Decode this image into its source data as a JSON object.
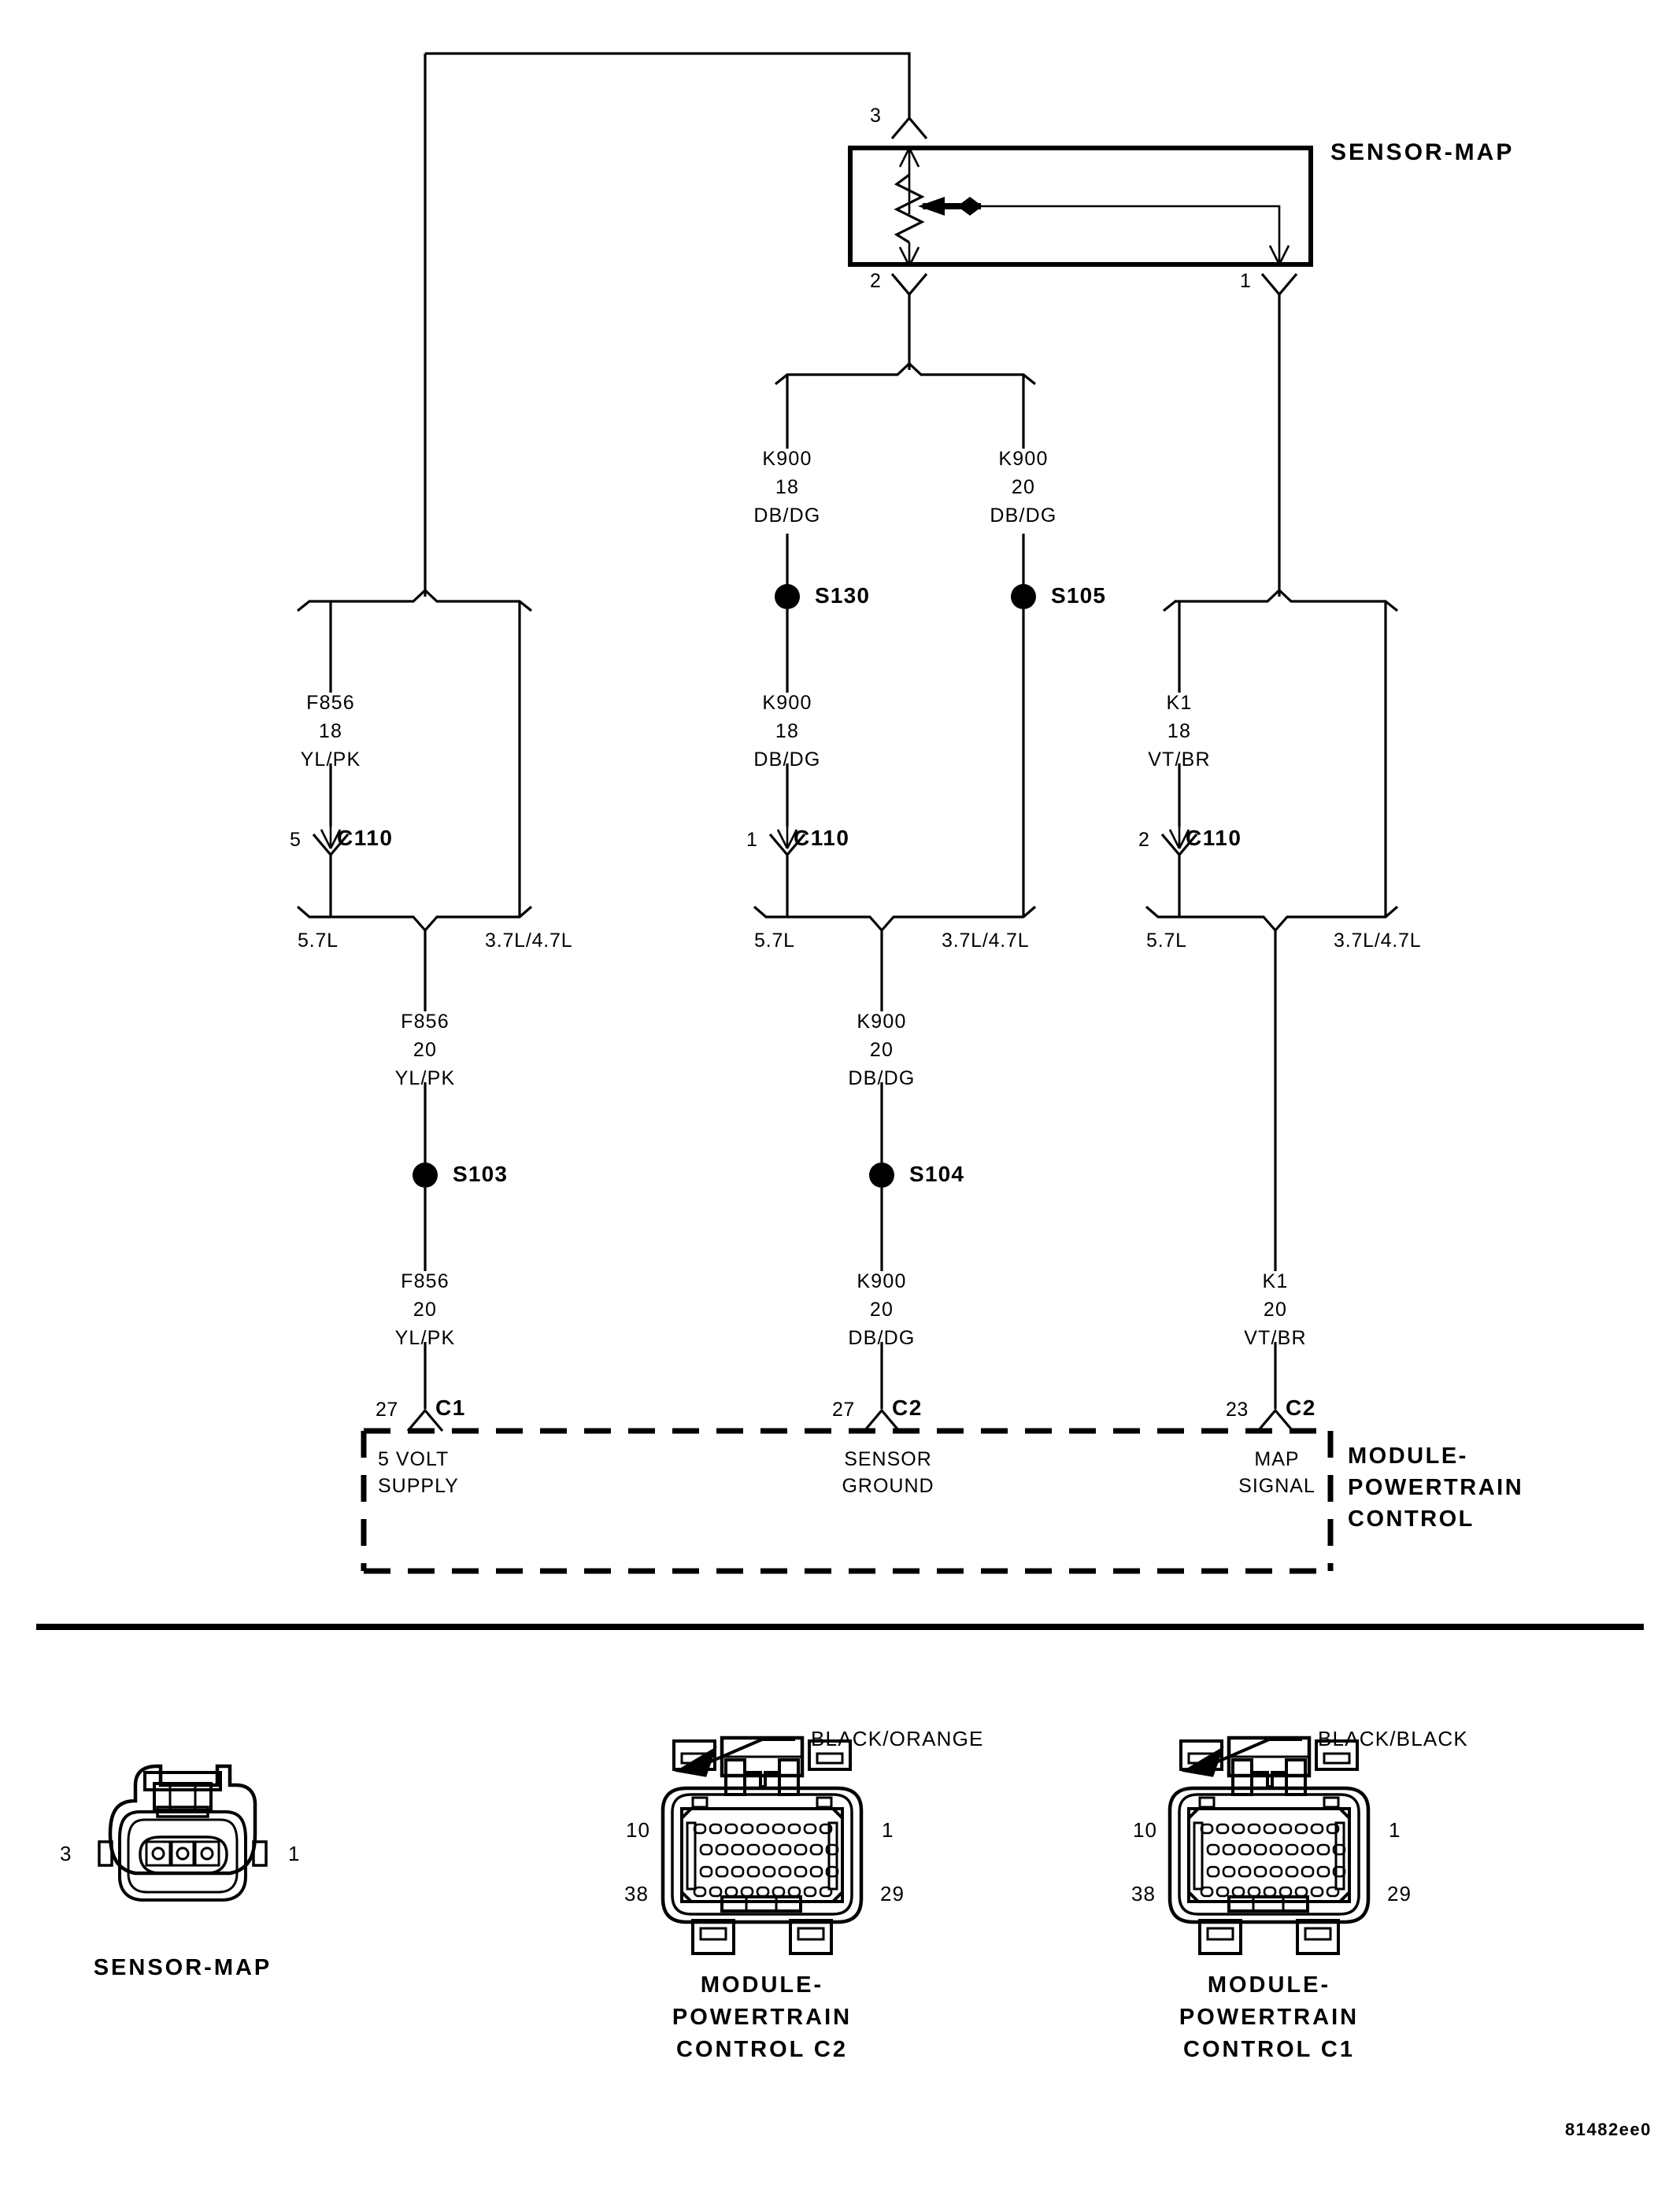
{
  "document": {
    "id_code": "81482ee0",
    "type": "wiring-diagram"
  },
  "schematic": {
    "device": {
      "title": "SENSOR-MAP",
      "pins": {
        "p3": "3",
        "p2": "2",
        "p1": "1"
      }
    },
    "branches": {
      "supply": {
        "upper": {
          "circuit": "F856",
          "gauge": "18",
          "color": "YL/PK"
        },
        "connector": {
          "pin": "5",
          "name": "C110"
        },
        "engine_left": "5.7L",
        "engine_right": "3.7L/4.7L",
        "mid": {
          "circuit": "F856",
          "gauge": "20",
          "color": "YL/PK"
        },
        "splice": "S103",
        "lower": {
          "circuit": "F856",
          "gauge": "20",
          "color": "YL/PK"
        },
        "pcm": {
          "pin": "27",
          "conn": "C1"
        },
        "function": "5 VOLT\nSUPPLY"
      },
      "ground": {
        "left_upper": {
          "circuit": "K900",
          "gauge": "18",
          "color": "DB/DG"
        },
        "right_upper": {
          "circuit": "K900",
          "gauge": "20",
          "color": "DB/DG"
        },
        "splice_left": "S130",
        "splice_right": "S105",
        "after_splice": {
          "circuit": "K900",
          "gauge": "18",
          "color": "DB/DG"
        },
        "connector": {
          "pin": "1",
          "name": "C110"
        },
        "engine_left": "5.7L",
        "engine_right": "3.7L/4.7L",
        "mid": {
          "circuit": "K900",
          "gauge": "20",
          "color": "DB/DG"
        },
        "splice": "S104",
        "lower": {
          "circuit": "K900",
          "gauge": "20",
          "color": "DB/DG"
        },
        "pcm": {
          "pin": "27",
          "conn": "C2"
        },
        "function": "SENSOR\nGROUND"
      },
      "signal": {
        "upper": {
          "circuit": "K1",
          "gauge": "18",
          "color": "VT/BR"
        },
        "connector": {
          "pin": "2",
          "name": "C110"
        },
        "engine_left": "5.7L",
        "engine_right": "3.7L/4.7L",
        "lower": {
          "circuit": "K1",
          "gauge": "20",
          "color": "VT/BR"
        },
        "pcm": {
          "pin": "23",
          "conn": "C2"
        },
        "function": "MAP\nSIGNAL"
      }
    },
    "module": {
      "label": "MODULE-\nPOWERTRAIN\nCONTROL"
    }
  },
  "connector_views": [
    {
      "name": "sensor-map",
      "title": "SENSOR-MAP",
      "pin_left": "3",
      "pin_right": "1",
      "wire_callout": null
    },
    {
      "name": "pcm-c2",
      "title": "MODULE-\nPOWERTRAIN\nCONTROL C2",
      "pin_tl": "10",
      "pin_tr": "1",
      "pin_bl": "38",
      "pin_br": "29",
      "wire_callout": "BLACK/ORANGE"
    },
    {
      "name": "pcm-c1",
      "title": "MODULE-\nPOWERTRAIN\nCONTROL C1",
      "pin_tl": "10",
      "pin_tr": "1",
      "pin_bl": "38",
      "pin_br": "29",
      "wire_callout": "BLACK/BLACK"
    }
  ]
}
